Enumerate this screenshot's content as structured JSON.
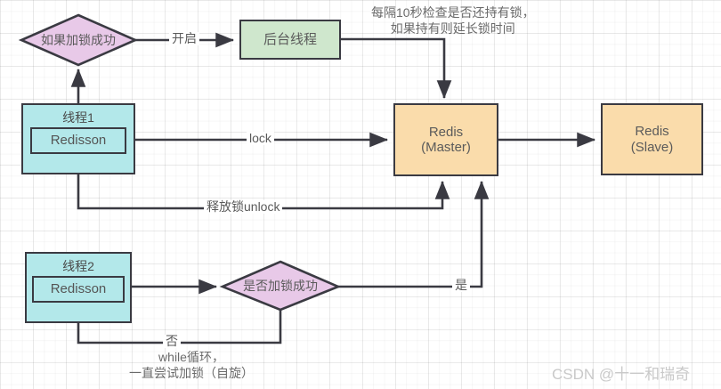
{
  "diagram": {
    "title": "Redisson distributed lock flow",
    "colors": {
      "thread_fill": "#b3e8ea",
      "decision_fill": "#e8c9e8",
      "background_task_fill": "#cfe7cd",
      "redis_fill": "#fadcab",
      "stroke": "#3a3a42",
      "text": "#5a5a5a",
      "grid": "#eeeeee",
      "watermark": "#c9c9c9"
    },
    "nodes": {
      "lock_success_decision": "如果加锁成功",
      "background_thread": "后台线程",
      "thread1_title": "线程1",
      "thread1_component": "Redisson",
      "thread2_title": "线程2",
      "thread2_component": "Redisson",
      "redis_master_line1": "Redis",
      "redis_master_line2": "(Master)",
      "redis_slave_line1": "Redis",
      "redis_slave_line2": "(Slave)",
      "lock_acquired_decision": "是否加锁成功"
    },
    "edge_labels": {
      "start": "开启",
      "lock": "lock",
      "unlock": "释放锁unlock",
      "yes": "是",
      "no": "否"
    },
    "notes": {
      "watchdog_line1": "每隔10秒检查是否还持有锁，",
      "watchdog_line2": "如果持有则延长锁时间",
      "loop_line1": "while循环，",
      "loop_line2": "一直尝试加锁（自旋）"
    },
    "watermark": "CSDN @十一和瑞奇"
  }
}
